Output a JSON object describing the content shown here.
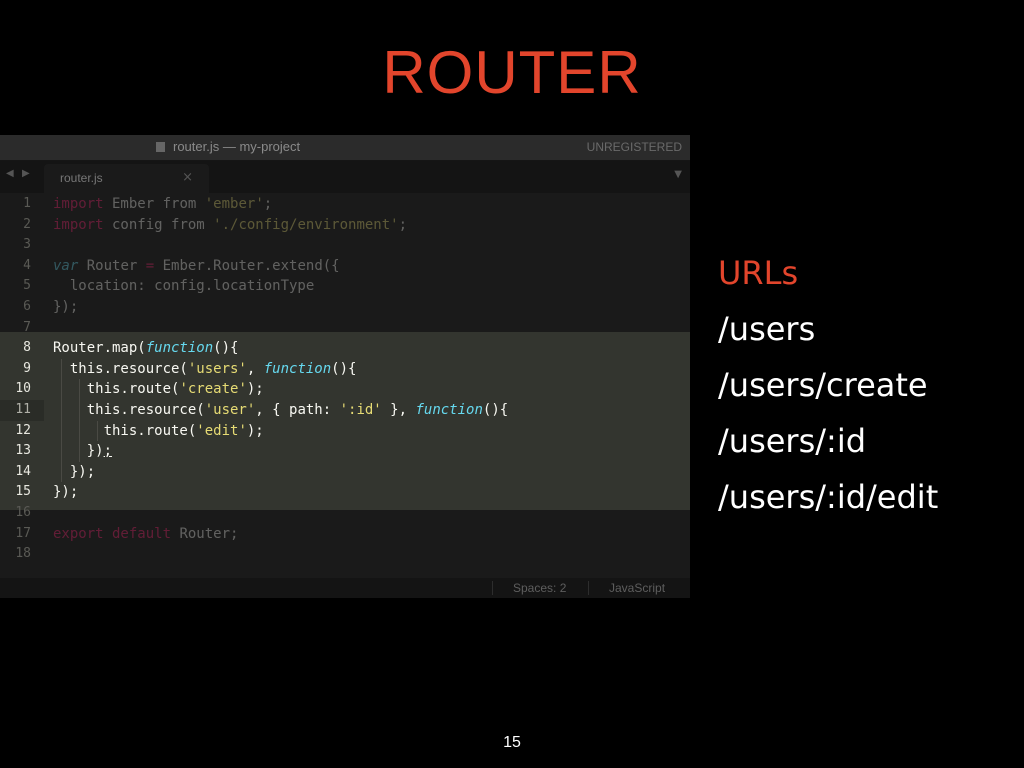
{
  "slide": {
    "title": "ROUTER",
    "page_number": "15"
  },
  "editor": {
    "window_title": "router.js — my-project",
    "license_status": "UNREGISTERED",
    "tab_label": "router.js",
    "tab_close": "×",
    "nav_back": "◀",
    "nav_forward": "▶",
    "tab_menu": "▼",
    "status_spaces": "Spaces: 2",
    "status_syntax": "JavaScript",
    "colors": {
      "keyword": "#f92672",
      "string": "#e6db74",
      "function": "#66d9ef",
      "plain": "#f8f8f2",
      "highlight_bg": "#33352f"
    },
    "lines": [
      {
        "n": "1",
        "dim": true,
        "tokens": [
          [
            "kw",
            "import"
          ],
          [
            "pl",
            " Ember "
          ],
          [
            "pl",
            "from"
          ],
          [
            "st",
            " 'ember'"
          ],
          [
            "pl",
            ";"
          ]
        ]
      },
      {
        "n": "2",
        "dim": true,
        "tokens": [
          [
            "kw",
            "import"
          ],
          [
            "pl",
            " config "
          ],
          [
            "pl",
            "from"
          ],
          [
            "st",
            " './config/environment'"
          ],
          [
            "pl",
            ";"
          ]
        ]
      },
      {
        "n": "3",
        "dim": true,
        "tokens": []
      },
      {
        "n": "4",
        "dim": true,
        "tokens": [
          [
            "va",
            "var"
          ],
          [
            "pl",
            " Router "
          ],
          [
            "kw",
            "="
          ],
          [
            "pl",
            " Ember.Router.extend({"
          ]
        ]
      },
      {
        "n": "5",
        "dim": true,
        "tokens": [
          [
            "pl",
            "  location: config.locationType"
          ]
        ]
      },
      {
        "n": "6",
        "dim": true,
        "tokens": [
          [
            "pl",
            "});"
          ]
        ]
      },
      {
        "n": "7",
        "dim": true,
        "tokens": []
      },
      {
        "n": "8",
        "dim": false,
        "tokens": [
          [
            "pl",
            "Router.map("
          ],
          [
            "fn",
            "function"
          ],
          [
            "pl",
            "(){"
          ]
        ]
      },
      {
        "n": "9",
        "dim": false,
        "tokens": [
          [
            "pl",
            "  this.resource("
          ],
          [
            "st",
            "'users'"
          ],
          [
            "pl",
            ", "
          ],
          [
            "fn",
            "function"
          ],
          [
            "pl",
            "(){"
          ]
        ]
      },
      {
        "n": "10",
        "dim": false,
        "tokens": [
          [
            "pl",
            "    this.route("
          ],
          [
            "st",
            "'create'"
          ],
          [
            "pl",
            ");"
          ]
        ]
      },
      {
        "n": "11",
        "dim": false,
        "current": true,
        "tokens": [
          [
            "pl",
            "    this.resource("
          ],
          [
            "st",
            "'user'"
          ],
          [
            "pl",
            ", { path: "
          ],
          [
            "st",
            "':id'"
          ],
          [
            "pl",
            " }, "
          ],
          [
            "fn",
            "function"
          ],
          [
            "pl",
            "(){"
          ]
        ]
      },
      {
        "n": "12",
        "dim": false,
        "tokens": [
          [
            "pl",
            "      this.route("
          ],
          [
            "st",
            "'edit'"
          ],
          [
            "pl",
            ");"
          ]
        ]
      },
      {
        "n": "13",
        "dim": false,
        "tokens": [
          [
            "pl",
            "    })"
          ],
          [
            "ul",
            ";"
          ]
        ]
      },
      {
        "n": "14",
        "dim": false,
        "tokens": [
          [
            "pl",
            "  });"
          ]
        ]
      },
      {
        "n": "15",
        "dim": false,
        "tokens": [
          [
            "pl",
            "});"
          ]
        ]
      },
      {
        "n": "16",
        "dim": true,
        "tokens": []
      },
      {
        "n": "17",
        "dim": true,
        "tokens": [
          [
            "kw",
            "export"
          ],
          [
            "kw",
            " default"
          ],
          [
            "pl",
            " Router;"
          ]
        ]
      },
      {
        "n": "18",
        "dim": true,
        "tokens": []
      }
    ]
  },
  "urls": {
    "heading": "URLs",
    "items": [
      "/users",
      "/users/create",
      "/users/:id",
      "/users/:id/edit"
    ]
  }
}
